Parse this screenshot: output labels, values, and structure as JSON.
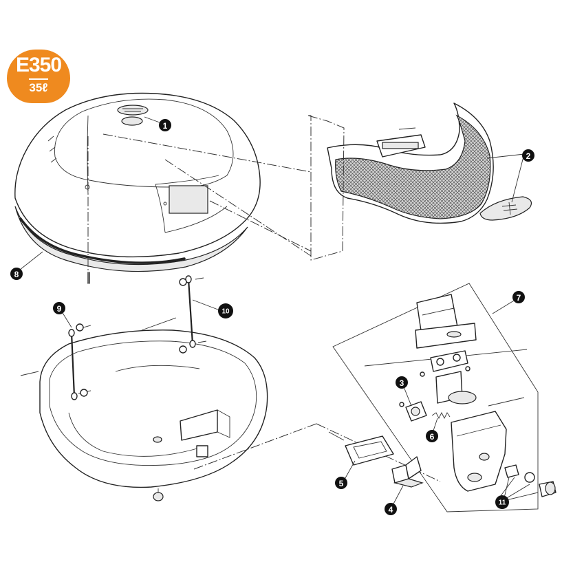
{
  "badge": {
    "model": "E350",
    "capacity": "35ℓ",
    "color": "#ef8a1f"
  },
  "callouts": [
    "1",
    "2",
    "3",
    "4",
    "5",
    "6",
    "7",
    "8",
    "9",
    "10",
    "11"
  ]
}
